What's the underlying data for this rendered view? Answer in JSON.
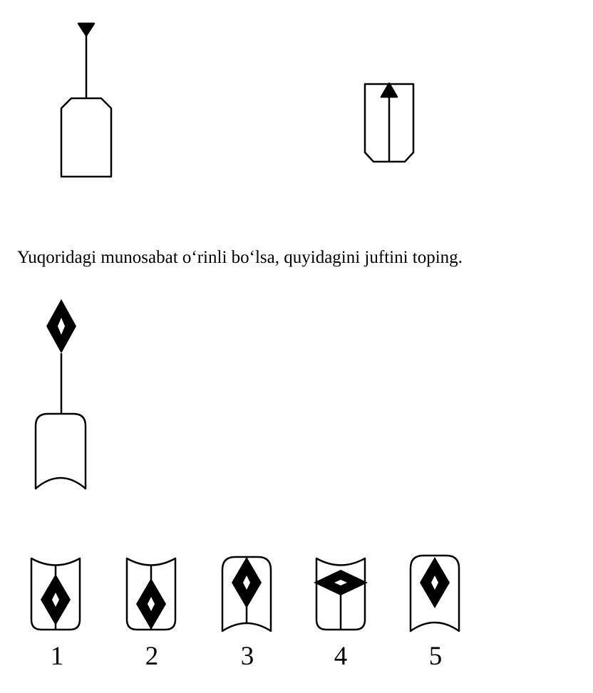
{
  "question_text": "Yuqoridagi munosabat o‘rinli bo‘lsa, quyidagini juftini toping.",
  "options": [
    {
      "label": "1"
    },
    {
      "label": "2"
    },
    {
      "label": "3"
    },
    {
      "label": "4"
    },
    {
      "label": "5"
    }
  ],
  "colors": {
    "ink": "#000000",
    "background": "#ffffff"
  }
}
